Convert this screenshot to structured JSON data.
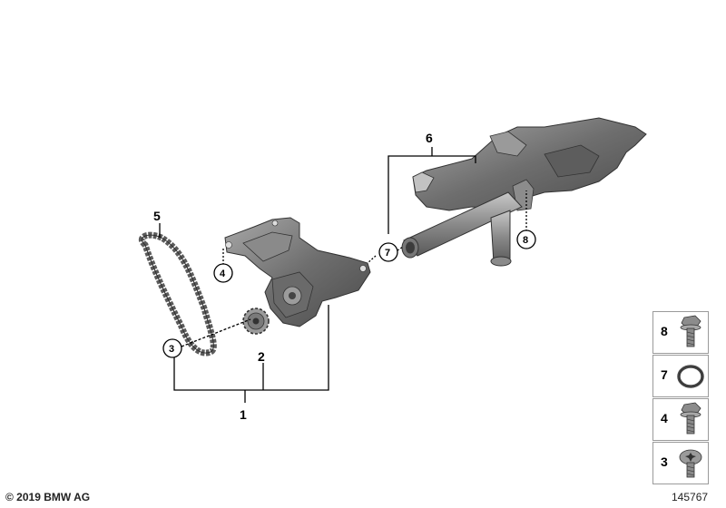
{
  "callouts": {
    "c1": "1",
    "c2": "2",
    "c3": "3",
    "c4": "4",
    "c5": "5",
    "c6": "6",
    "c7": "7",
    "c8": "8"
  },
  "legend": [
    {
      "num": "8",
      "icon": "hex-flange-bolt-icon"
    },
    {
      "num": "7",
      "icon": "o-ring-icon"
    },
    {
      "num": "4",
      "icon": "hex-flange-bolt-icon"
    },
    {
      "num": "3",
      "icon": "torx-screw-icon"
    }
  ],
  "footer": {
    "copyright": "© 2019 BMW AG",
    "diagram_number": "145767"
  },
  "colors": {
    "part_dark": "#555555",
    "part_mid": "#7d7d7d",
    "part_light": "#b5b5b5",
    "line": "#000000"
  }
}
